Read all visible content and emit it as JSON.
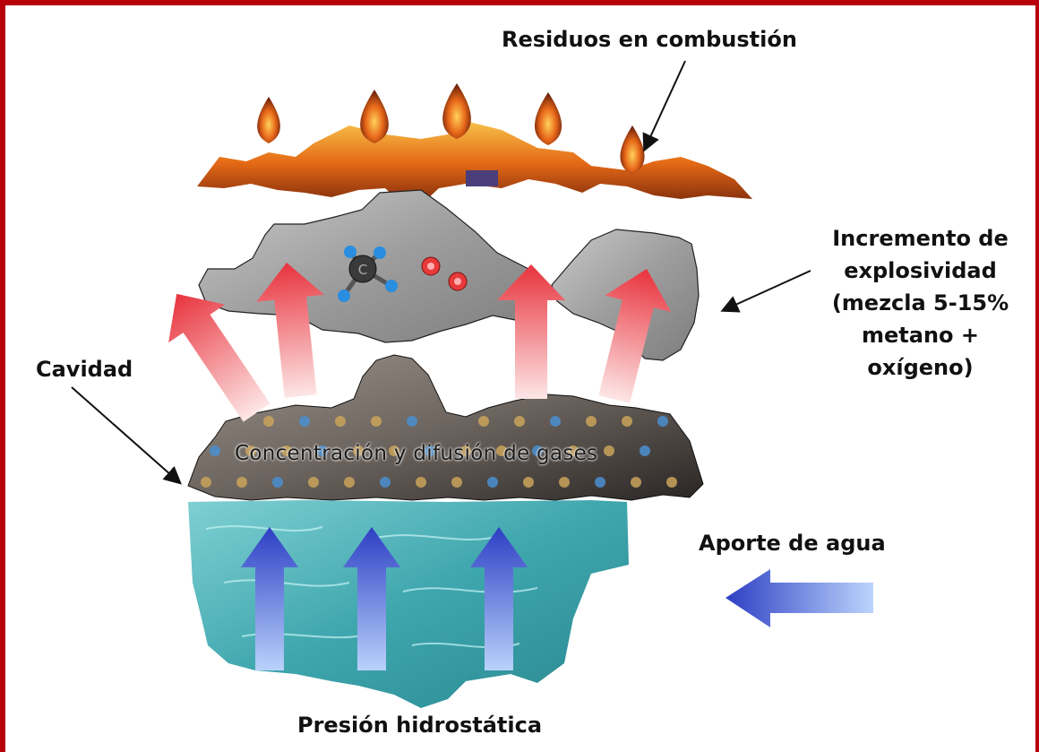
{
  "labels": {
    "residuos": "Residuos en combustión",
    "incremento": [
      "Incremento de",
      "explosividad",
      "(mezcla 5-15%",
      "metano +",
      "oxígeno)"
    ],
    "cavidad": "Cavidad",
    "concentracion": "Concentración y difusión de gases",
    "aporte": "Aporte de agua",
    "presion": "Presión hidrostática"
  },
  "colors": {
    "frame": "#b8000a",
    "fire": "#e05a10",
    "gas_layer": "#a7a7a7",
    "cavity": "#5a5550",
    "water": "#3fa9b0",
    "heat_arrow": "#e8404a",
    "water_arrow": "#3048c8",
    "dots": "#c9a35a"
  },
  "molecule": {
    "central": "C"
  }
}
